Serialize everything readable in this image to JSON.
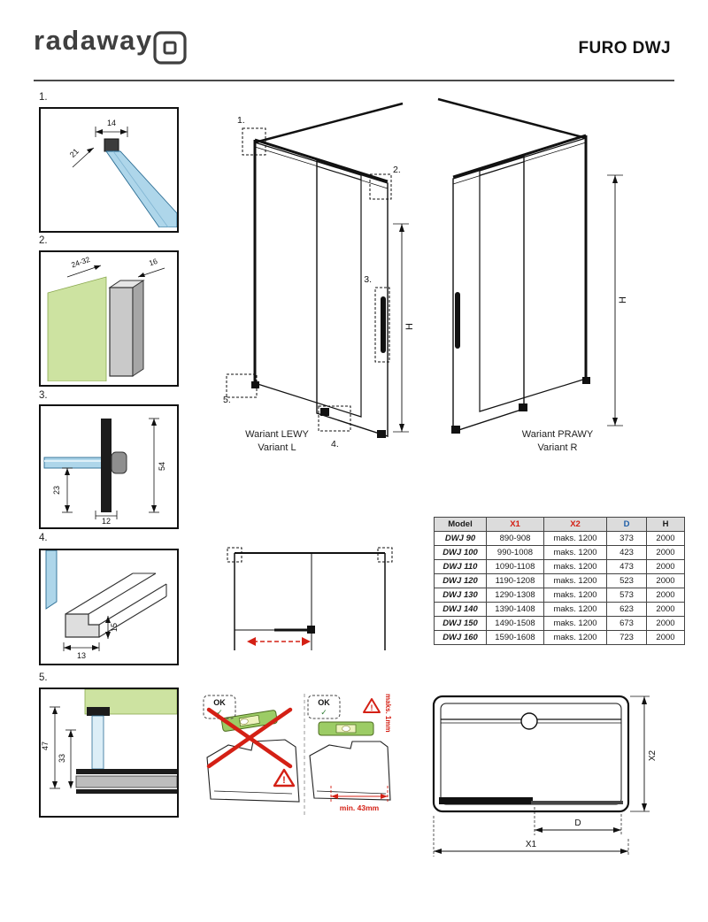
{
  "header": {
    "logo_text": "radaway",
    "title": "FURO DWJ"
  },
  "colors": {
    "accent_red": "#d42015",
    "accent_blue": "#1f5fa8",
    "glass_blue": "#aed6ea",
    "wall_green": "#cde3a1",
    "level_green": "#9ccc65",
    "table_header_bg": "#dcdcdc"
  },
  "details": {
    "d1": {
      "label": "1.",
      "dim_width": "14",
      "dim_angle": "21"
    },
    "d2": {
      "label": "2.",
      "dim_range": "24-32",
      "dim_depth": "16"
    },
    "d3": {
      "label": "3.",
      "dim_inner": "23",
      "dim_total": "54",
      "dim_base": "12"
    },
    "d4": {
      "label": "4.",
      "dim_width": "13",
      "dim_height": "15"
    },
    "d5": {
      "label": "5.",
      "dim_total": "47",
      "dim_inner": "33"
    }
  },
  "variants": {
    "callouts": [
      "1.",
      "2.",
      "3.",
      "4.",
      "5."
    ],
    "left": {
      "title": "Wariant LEWY",
      "subtitle": "Variant L",
      "height": "H"
    },
    "right": {
      "title": "Wariant PRAWY",
      "subtitle": "Variant R",
      "height": "H"
    }
  },
  "table": {
    "headers": [
      "Model",
      "X1",
      "X2",
      "D",
      "H"
    ],
    "rows": [
      [
        "DWJ 90",
        "890-908",
        "maks. 1200",
        "373",
        "2000"
      ],
      [
        "DWJ 100",
        "990-1008",
        "maks. 1200",
        "423",
        "2000"
      ],
      [
        "DWJ 110",
        "1090-1108",
        "maks. 1200",
        "473",
        "2000"
      ],
      [
        "DWJ 120",
        "1190-1208",
        "maks. 1200",
        "523",
        "2000"
      ],
      [
        "DWJ 130",
        "1290-1308",
        "maks. 1200",
        "573",
        "2000"
      ],
      [
        "DWJ 140",
        "1390-1408",
        "maks. 1200",
        "623",
        "2000"
      ],
      [
        "DWJ 150",
        "1490-1508",
        "maks. 1200",
        "673",
        "2000"
      ],
      [
        "DWJ 160",
        "1590-1608",
        "maks. 1200",
        "723",
        "2000"
      ]
    ]
  },
  "instructions": {
    "wrong": {
      "ok_label": "OK",
      "check": "✓",
      "warning": "!"
    },
    "correct": {
      "ok_label": "OK",
      "check": "✓",
      "warning": "!",
      "max_gap": "maks. 1mm",
      "min_distance": "min. 43mm"
    }
  },
  "plan": {
    "dim_x1": "X1",
    "dim_x2": "X2",
    "dim_d": "D"
  }
}
